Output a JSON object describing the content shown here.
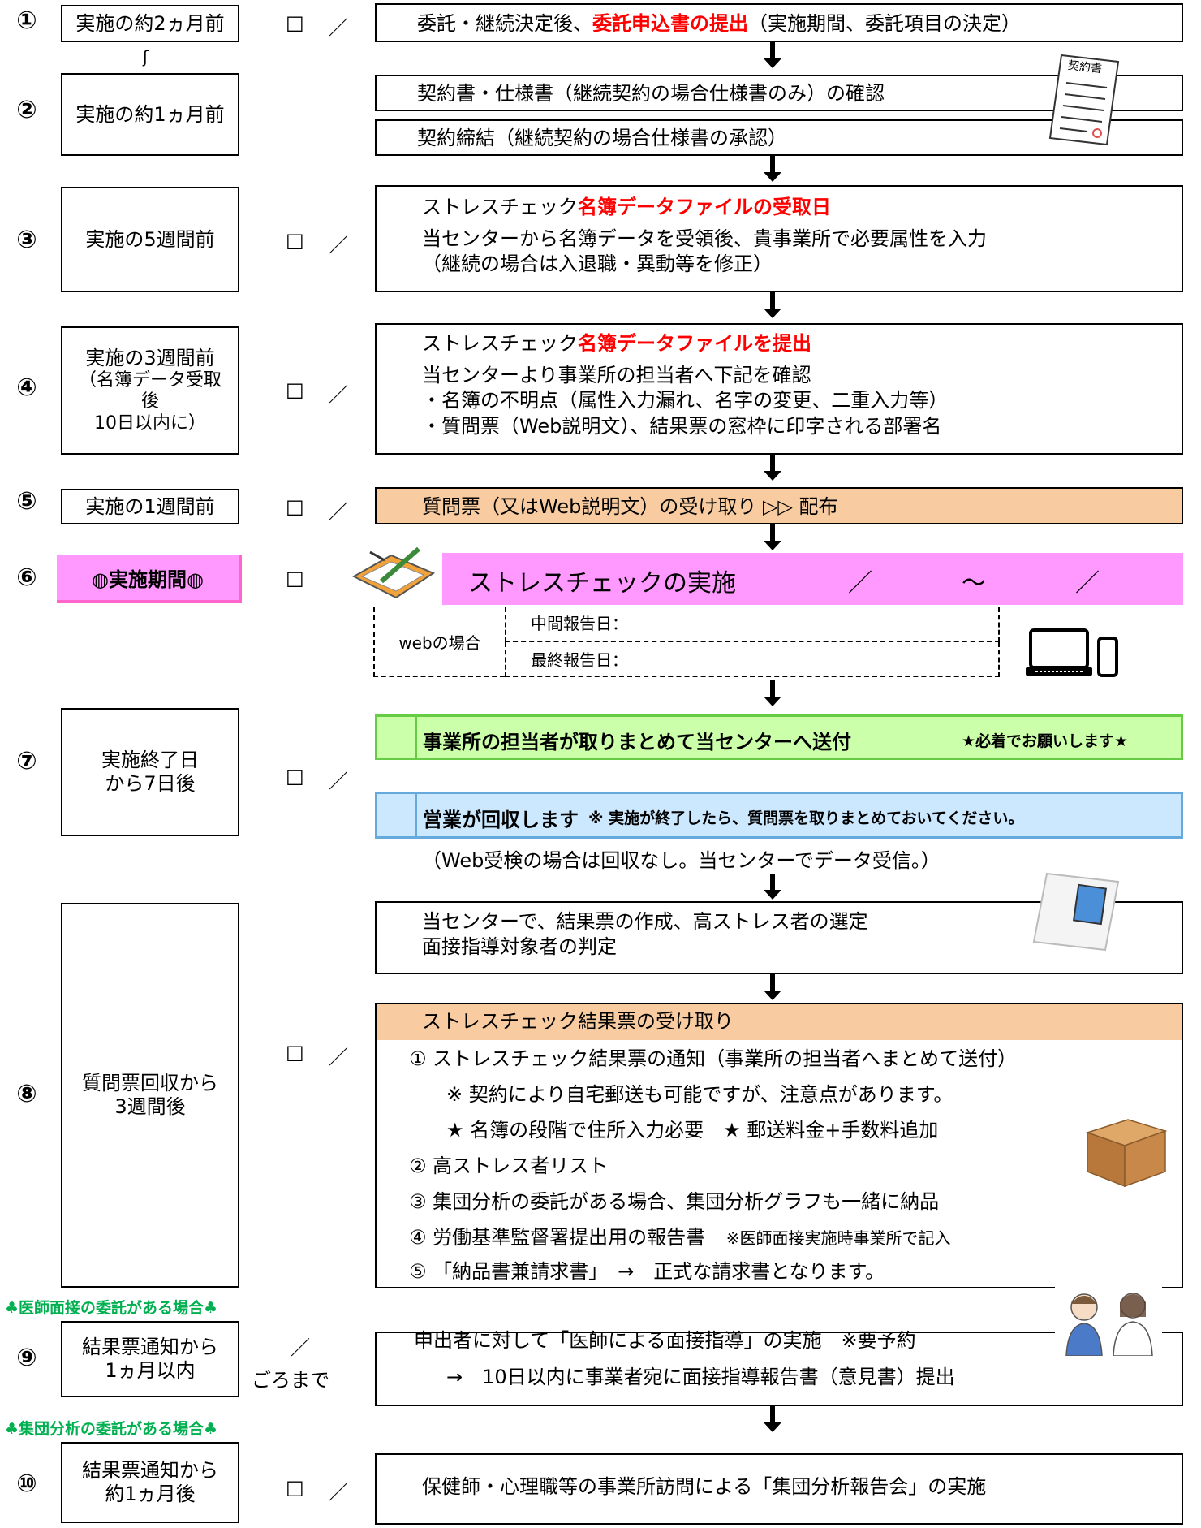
{
  "steps": {
    "s1": {
      "num": "①",
      "timing": "実施の約2ヵ月前",
      "check": "□",
      "slash": "／",
      "text_a": "委託・継続決定後、",
      "text_red": "委託申込書の提出",
      "text_b": "（実施期間、委託項目の決定）"
    },
    "tilde": "ʃ",
    "s2": {
      "num": "②",
      "timing": "実施の約1ヵ月前",
      "text1": "契約書・仕様書（継続契約の場合仕様書のみ）の確認",
      "text2": "契約締結（継続契約の場合仕様書の承認）",
      "icon_label": "契約書"
    },
    "s3": {
      "num": "③",
      "timing": "実施の5週間前",
      "check": "□",
      "slash": "／",
      "title_a": "ストレスチェック",
      "title_red": "名簿データファイルの受取日",
      "line1": "当センターから名簿データを受領後、貴事業所で必要属性を入力",
      "line2": "（継続の場合は入退職・異動等を修正）"
    },
    "s4": {
      "num": "④",
      "timing1": "実施の3週間前",
      "timing2": "（名簿データ受取",
      "timing3": "後",
      "timing4": "10日以内に）",
      "check": "□",
      "slash": "／",
      "title_a": "ストレスチェック",
      "title_red": "名簿データファイルを提出",
      "line1": "当センターより事業所の担当者へ下記を確認",
      "line2": "・名簿の不明点（属性入力漏れ、名字の変更、二重入力等）",
      "line3": "・質問票（Web説明文）、結果票の窓枠に印字される部署名"
    },
    "s5": {
      "num": "⑤",
      "timing": "実施の1週間前",
      "check": "□",
      "slash": "／",
      "text": "質問票（又はWeb説明文）の受け取り ▷▷ 配布"
    },
    "s6": {
      "num": "⑥",
      "timing": "◍実施期間◍",
      "check": "□",
      "text": "ストレスチェックの実施",
      "slash1": "／",
      "tilde": "～",
      "slash2": "／",
      "web_label": "webの場合",
      "mid_report": "中間報告日：",
      "final_report": "最終報告日："
    },
    "s7": {
      "num": "⑦",
      "timing1": "実施終了日",
      "timing2": "から7日後",
      "check": "□",
      "slash": "／",
      "green_text": "事業所の担当者が取りまとめて当センターへ送付",
      "green_note": "★必着でお願いします★",
      "blue_text": "営業が回収します",
      "blue_note": "※ 実施が終了したら、質問票を取りまとめておいてください。",
      "web_note": "（Web受検の場合は回収なし。当センターでデータ受信。）"
    },
    "s8": {
      "num": "⑧",
      "timing1": "質問票回収から",
      "timing2": "3週間後",
      "check": "□",
      "slash": "／",
      "proc1": "当センターで、結果票の作成、高ストレス者の選定",
      "proc2": "面接指導対象者の判定",
      "head": "ストレスチェック結果票の受け取り",
      "i1": "① ストレスチェック結果票の通知（事業所の担当者へまとめて送付）",
      "i1a": "※ 契約により自宅郵送も可能ですが、注意点があります。",
      "i1b": "★ 名簿の段階で住所入力必要　★ 郵送料金+手数料追加",
      "i2": "② 高ストレス者リスト",
      "i3": "③ 集団分析の委託がある場合、集団分析グラフも一緒に納品",
      "i4": "④ 労働基準監督署提出用の報告書",
      "i4note": "※医師面接実施時事業所で記入",
      "i5": "⑤ 「納品書兼請求書」　→　正式な請求書となります。"
    },
    "s9": {
      "section": "♣医師面接の委託がある場合♣",
      "num": "⑨",
      "timing1": "結果票通知から",
      "timing2": "1ヵ月以内",
      "slash": "／",
      "until": "ごろまで",
      "line1": "申出者に対して「医師による面接指導」の実施　※要予約",
      "line2": "→　10日以内に事業者宛に面接指導報告書（意見書）提出"
    },
    "s10": {
      "section": "♣集団分析の委託がある場合♣",
      "num": "⑩",
      "timing1": "結果票通知から",
      "timing2": "約1ヵ月後",
      "check": "□",
      "slash": "／",
      "text": "保健師・心理職等の事業所訪問による「集団分析報告会」の実施"
    }
  },
  "colors": {
    "red": "#ff0000",
    "orange": "#f8cba0",
    "pink": "#ff99ff",
    "green_bg": "#ccffaa",
    "green_border": "#66cc44",
    "blue_bg": "#cce8ff",
    "blue_border": "#66aadd",
    "section_green": "#00b050"
  }
}
